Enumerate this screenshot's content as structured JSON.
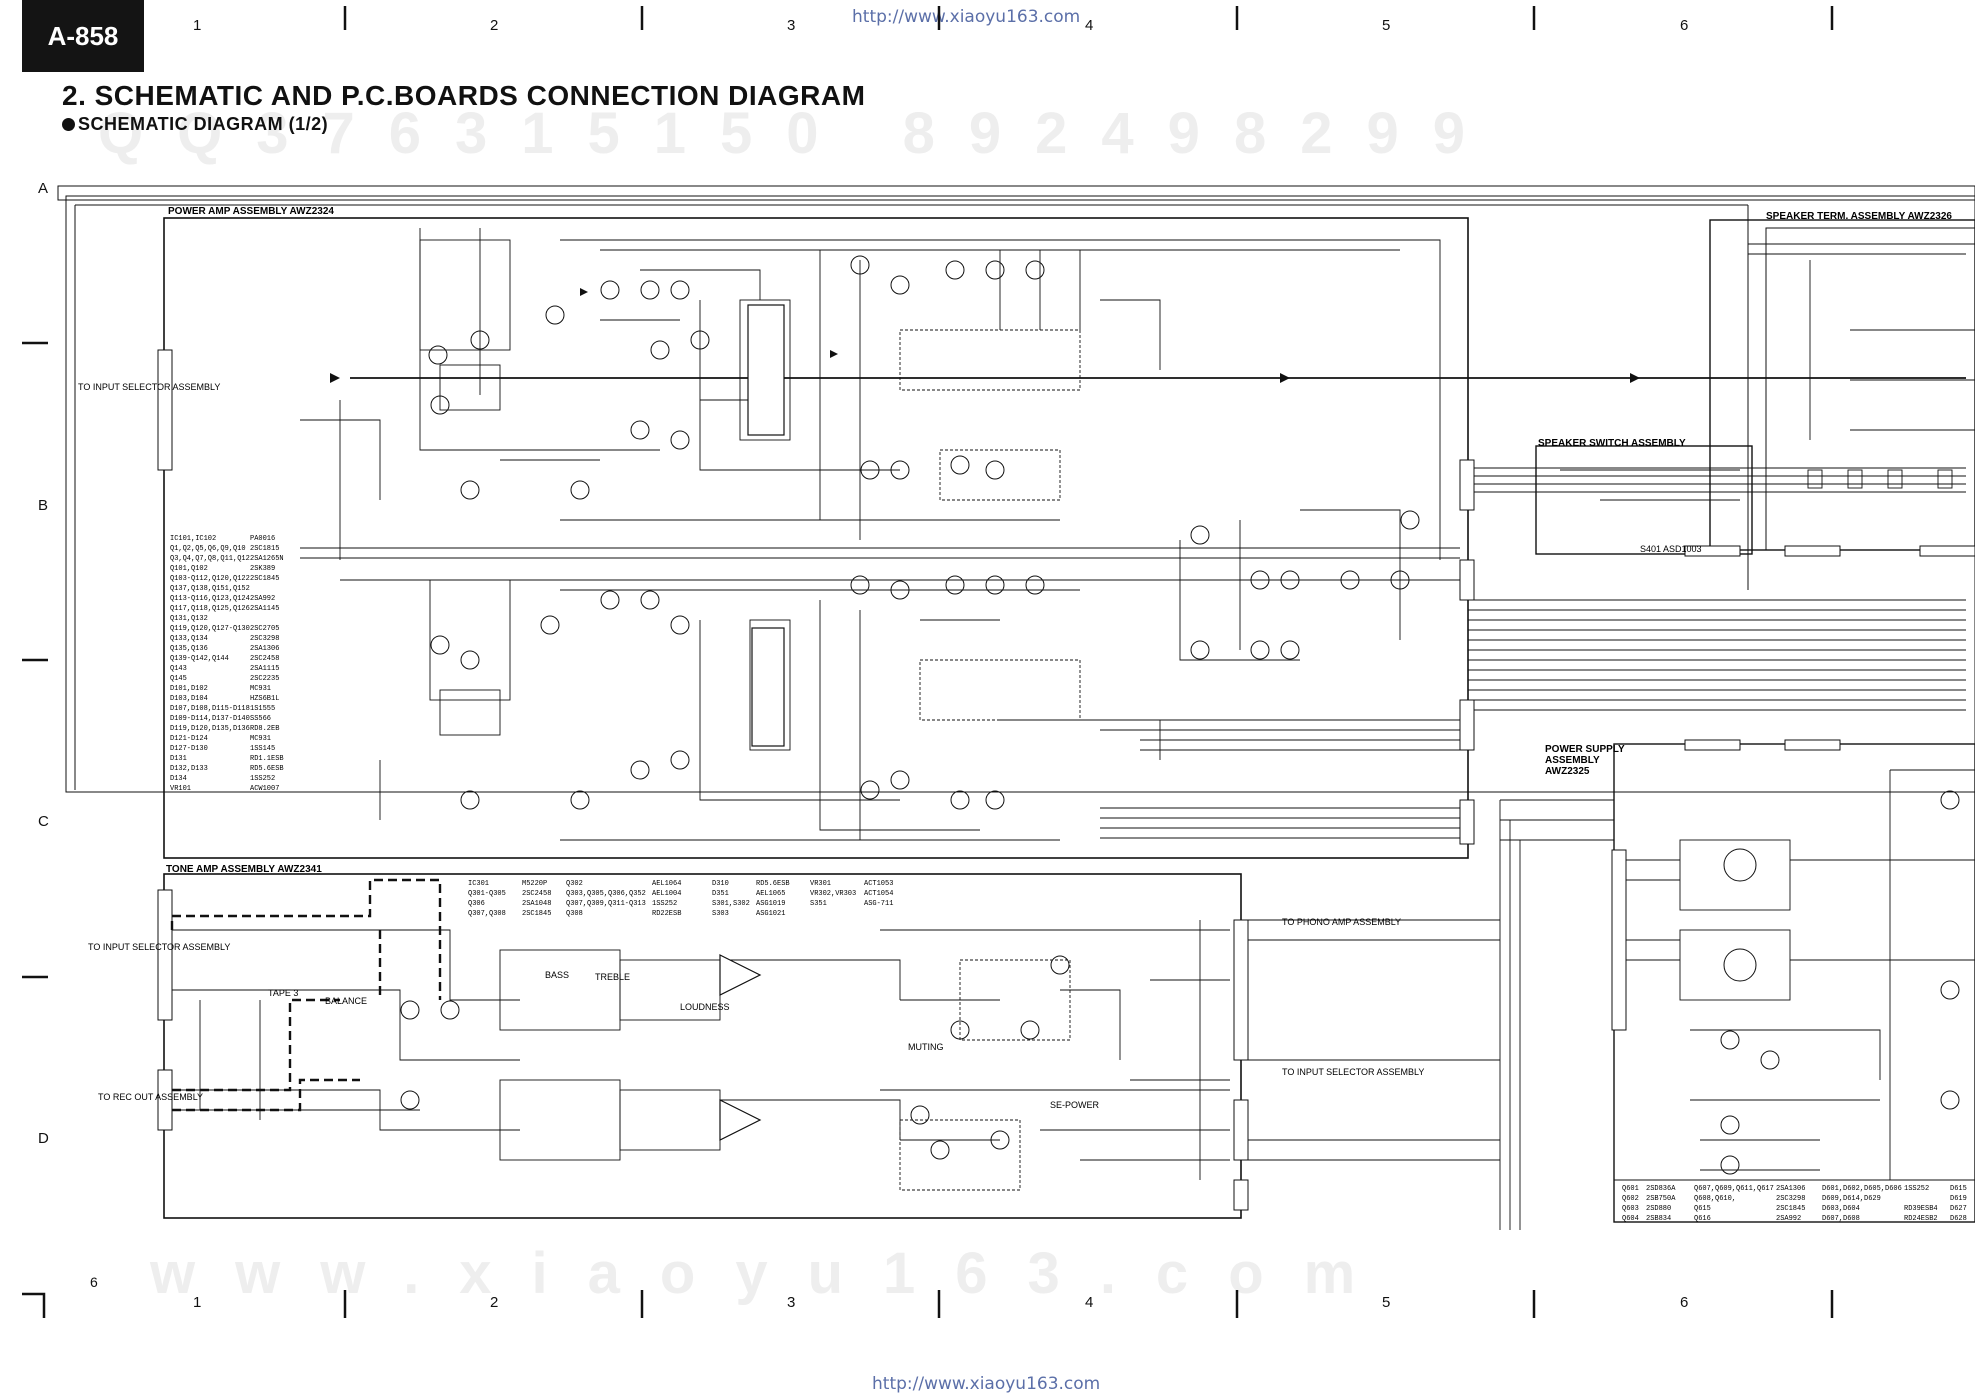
{
  "page": {
    "tag": "A-858",
    "url_top": "http://www.xiaoyu163.com",
    "url_bottom": "http://www.xiaoyu163.com",
    "title": "2.  SCHEMATIC AND P.C.BOARDS CONNECTION DIAGRAM",
    "subtitle": "SCHEMATIC DIAGRAM (1/2)",
    "page_number": "6",
    "watermark_top": "QQ376315150 892498299",
    "watermark_bottom": "www.xiaoyu163.com"
  },
  "grid": {
    "columns": [
      "1",
      "2",
      "3",
      "4",
      "5",
      "6"
    ],
    "rows": [
      "A",
      "B",
      "C",
      "D"
    ]
  },
  "assemblies": {
    "power_amp": "POWER AMP ASSEMBLY  AWZ2324",
    "speaker_term": "SPEAKER TERM. ASSEMBLY  AWZ2326",
    "speaker_switch": "SPEAKER SWITCH ASSEMBLY",
    "power_supply_1": "POWER SUPPLY",
    "power_supply_2": "ASSEMBLY",
    "power_supply_3": "AWZ2325",
    "tone_amp": "TONE AMP ASSEMBLY  AWZ2341"
  },
  "labels": {
    "to_input_selector": "TO INPUT SELECTOR ASSEMBLY",
    "to_input_selector_tone": "TO INPUT SELECTOR ASSEMBLY",
    "to_rec_out": "TO REC OUT ASSEMBLY",
    "to_phono_amp": "TO PHONO AMP ASSEMBLY",
    "to_input_selector_right": "TO INPUT SELECTOR ASSEMBLY",
    "balance": "BALANCE",
    "treble": "TREBLE",
    "bass": "BASS",
    "loudness": "LOUDNESS",
    "muting": "MUTING",
    "tape3": "TAPE 3",
    "power_label": "SE-POWER",
    "ssd": "S401  ASD1003"
  },
  "parts_list_power": [
    [
      "IC101,IC102",
      "PA0016"
    ],
    [
      "Q1,Q2,Q5,Q6,Q9,Q10",
      "2SC1815"
    ],
    [
      "Q3,Q4,Q7,Q8,Q11,Q12",
      "2SA1265N"
    ],
    [
      "Q101,Q102",
      "2SK389"
    ],
    [
      "Q103-Q112,Q120,Q122",
      "2SC1845"
    ],
    [
      "Q137,Q138,Q151,Q152",
      ""
    ],
    [
      "Q113-Q116,Q123,Q124",
      "2SA992"
    ],
    [
      "Q117,Q118,Q125,Q126",
      "2SA1145"
    ],
    [
      "Q131,Q132",
      ""
    ],
    [
      "Q119,Q120,Q127-Q130",
      "2SC2705"
    ],
    [
      "Q133,Q134",
      "2SC3298"
    ],
    [
      "Q135,Q136",
      "2SA1306"
    ],
    [
      "Q139-Q142,Q144",
      "2SC2458"
    ],
    [
      "Q143",
      "2SA1115"
    ],
    [
      "Q145",
      "2SC2235"
    ],
    [
      "D101,D102",
      "MC931"
    ],
    [
      "D103,D104",
      "HZS6B1L"
    ],
    [
      "D107,D108,D115-D118",
      "1S1555"
    ],
    [
      "D109-D114,D137-D140",
      "SS566"
    ],
    [
      "D119,D120,D135,D136",
      "RD8.2EB"
    ],
    [
      "D121-D124",
      "MC931"
    ],
    [
      "D127-D130",
      "1SS145"
    ],
    [
      "D131",
      "RD1.1ESB"
    ],
    [
      "D132,D133",
      "RD5.6ESB"
    ],
    [
      "D134",
      "1SS252"
    ],
    [
      "VR101",
      "ACW1007"
    ]
  ],
  "parts_tone": [
    [
      "IC301",
      "M5220P",
      "Q302",
      "AEL1064",
      "D310",
      "RD5.6ESB",
      "VR301",
      "ACT1053"
    ],
    [
      "Q301-Q305",
      "2SC2458",
      "Q303,Q305,Q306,Q352",
      "AEL1004",
      "D351",
      "AEL1065",
      "VR302,VR303",
      "ACT1054"
    ],
    [
      "Q306",
      "2SA1048",
      "Q307,Q309,Q311-Q313",
      "1SS252",
      "S301,S302",
      "ASG1019",
      "S351",
      "ASG-711"
    ],
    [
      "Q307,Q308",
      "2SC1845",
      "Q308",
      "RD22ESB",
      "S303",
      "ASG1021",
      "",
      ""
    ]
  ],
  "parts_supply": [
    [
      "Q601",
      "2SD836A",
      "Q607,Q609,Q611,Q617",
      "2SA1306",
      "D601,D602,D605,D606",
      "1SS252",
      "D615"
    ],
    [
      "Q602",
      "2SB750A",
      "Q608,Q610,",
      "2SC3298",
      "D609,D614,D629",
      "",
      "D619"
    ],
    [
      "Q603",
      "2SD880",
      "Q615",
      "2SC1845",
      "D603,D604",
      "RD39ESB4",
      "D627"
    ],
    [
      "Q604",
      "2SB834",
      "Q616",
      "2SA992",
      "D607,D608",
      "RD24ESB2",
      "D628"
    ]
  ]
}
